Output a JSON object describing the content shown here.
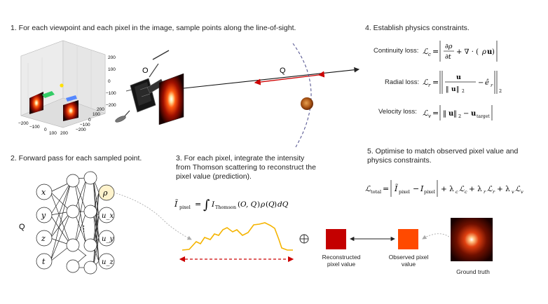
{
  "steps": {
    "s1": "1. For each viewpoint and each pixel in the image, sample points along the line-of-sight.",
    "s2": "2. Forward pass for each sampled point.",
    "s3": "3. For each pixel, integrate the intensity from Thomson scattering to reconstruct the pixel value (prediction).",
    "s4": "4. Establish physics constraints.",
    "s5": "5. Optimise to match observed pixel value and physics constraints."
  },
  "labels": {
    "O": "O",
    "Q_top": "Q",
    "Q_net": "Q",
    "continuity": "Continuity loss:",
    "radial": "Radial loss:",
    "velocity": "Velocity loss:",
    "reconstructed": "Reconstructed pixel value",
    "observed": "Observed pixel value",
    "ground_truth": "Ground truth"
  },
  "network": {
    "inputs": [
      "x",
      "y",
      "z",
      "t"
    ],
    "outputs": [
      "ρ",
      "u_x",
      "u_y",
      "u_z"
    ],
    "dots": "⋮"
  },
  "plot3d": {
    "z_ticks": [
      "200",
      "100",
      "0",
      "−100",
      "−200"
    ],
    "x_ticks": [
      "−200",
      "−100",
      "0",
      "100",
      "200"
    ],
    "y_ticks": [
      "200",
      "100",
      "0",
      "−100",
      "−200"
    ]
  },
  "colors": {
    "ray": "#111111",
    "ray_red": "#cc0000",
    "curve": "#f5b400",
    "highlight_node": "#fff3cc",
    "reconstructed": "#c40000",
    "observed": "#ff4a00",
    "dashed_circle": "#4a4a8a"
  }
}
